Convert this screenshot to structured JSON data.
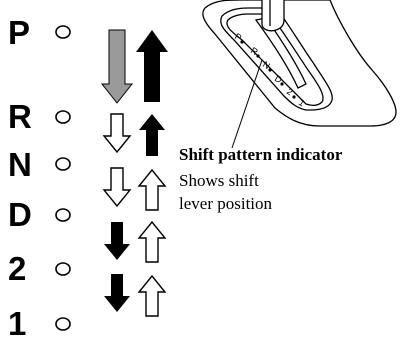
{
  "gears": [
    {
      "label": "P"
    },
    {
      "label": "R"
    },
    {
      "label": "N"
    },
    {
      "label": "D"
    },
    {
      "label": "2"
    },
    {
      "label": "1"
    }
  ],
  "gate_labels": [
    "P",
    "R",
    "N",
    "D",
    "2",
    "1"
  ],
  "caption": {
    "title": "Shift pattern indicator",
    "body": "Shows shift lever position"
  },
  "colors": {
    "ink": "#000000",
    "gray_arrow": "#9a9a9a",
    "paper": "#ffffff"
  }
}
